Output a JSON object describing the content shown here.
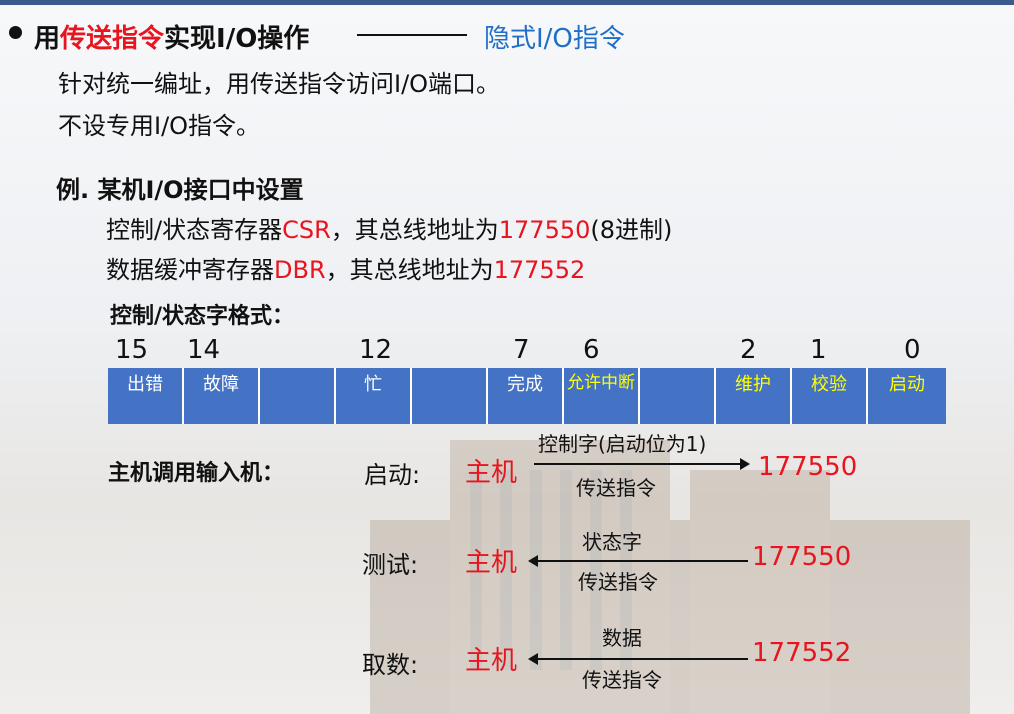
{
  "heading": {
    "prefix": "用",
    "highlight": "传送指令",
    "suffix": "实现I/O操作",
    "implicit": "隐式I/O指令"
  },
  "lines": [
    "针对统一编址，用传送指令访问I/O端口。",
    "不设专用I/O指令。"
  ],
  "example": {
    "title": "例. 某机I/O接口中设置",
    "csr_pre": "控制/状态寄存器",
    "csr": "CSR",
    "csr_mid": "，其总线地址为",
    "csr_addr": "177550",
    "csr_post": "(8进制)",
    "dbr_pre": "数据缓冲寄存器",
    "dbr": "DBR",
    "dbr_mid": "，其总线地址为",
    "dbr_addr": "177552"
  },
  "format_title": "控制/状态字格式：",
  "bit_numbers": [
    "15",
    "14",
    "12",
    "7",
    "6",
    "2",
    "1",
    "0"
  ],
  "register_cells": [
    {
      "label": "出错",
      "highlight": false
    },
    {
      "label": "故障",
      "highlight": false
    },
    {
      "label": "",
      "highlight": false
    },
    {
      "label": "忙",
      "highlight": false
    },
    {
      "label": "",
      "highlight": false
    },
    {
      "label": "完成",
      "highlight": false
    },
    {
      "label": "允许中断",
      "highlight": true
    },
    {
      "label": "",
      "highlight": false
    },
    {
      "label": "维护",
      "highlight": true
    },
    {
      "label": "校验",
      "highlight": true
    },
    {
      "label": "启动",
      "highlight": true
    }
  ],
  "host_call": "主机调用输入机：",
  "ops": [
    {
      "name": "启动:",
      "host": "主机",
      "above": "控制字(启动位为1)",
      "below": "传送指令",
      "addr": "177550",
      "direction": "right"
    },
    {
      "name": "测试:",
      "host": "主机",
      "above": "状态字",
      "below": "传送指令",
      "addr": "177550",
      "direction": "left"
    },
    {
      "name": "取数:",
      "host": "主机",
      "above": "数据",
      "below": "传送指令",
      "addr": "177552",
      "direction": "left"
    }
  ],
  "colors": {
    "accent_red": "#e8141e",
    "accent_blue": "#1f6fc9",
    "register_bg": "#4472c4",
    "highlight_text": "#ffff00",
    "top_bar": "#3d5a8c"
  }
}
